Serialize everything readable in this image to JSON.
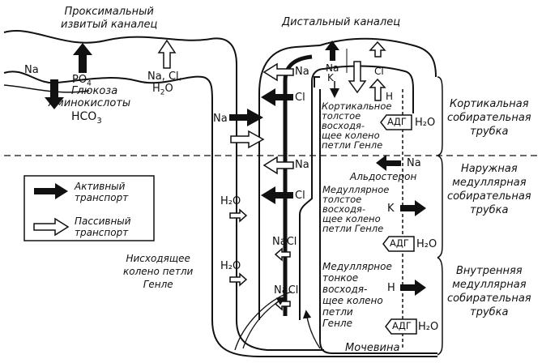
{
  "labels": {
    "proximal_title": [
      "Проксимальный",
      "извитый каналец"
    ],
    "distal_title": "Дистальный каналец",
    "prox_na": "Na",
    "prox_po4": "PO",
    "prox_po4_sub": "4",
    "prox_glucose": "Глюкоза",
    "prox_amino": "Аминокислоты",
    "prox_hco3": "HCO",
    "prox_hco3_sub": "3",
    "prox_nacl": "Na, Cl,",
    "prox_h2o": "H",
    "prox_h2o_sub": "2",
    "prox_h2o_o": "O",
    "limb_na": "Na",
    "thick_na_top": "Na",
    "thick_cl_top": "Cl",
    "thick_na_mid": "Na",
    "thick_cl_mid": "Cl",
    "desc_h2o_1": "H₂O",
    "desc_h2o_2": "H₂O",
    "thin_nacl_1": "NaCl",
    "thin_nacl_2": "NaCl",
    "distal_na": "Na",
    "distal_k": "K",
    "distal_cl": "Cl",
    "distal_h": "H",
    "cortical_thick_limb": [
      "Кортикальное",
      "толстое",
      "восходя-",
      "щее колено",
      "петли Генле"
    ],
    "adh_1": "АДГ",
    "adh_2": "АДГ",
    "adh_3": "АДГ",
    "collect_h2o_1": "H₂O",
    "collect_h2o_2": "H₂O",
    "collect_h2o_3": "H₂O",
    "collect_na": "Na",
    "aldosterone": "Альдостерон",
    "medullary_thick_limb": [
      "Медуллярное",
      "толстое",
      "восходя-",
      "щее колено",
      "петли Генле"
    ],
    "medullary_k": "K",
    "medullary_thin_limb": [
      "Медуллярное",
      "тонкое",
      "восходя-",
      "щее колено",
      "петли",
      "Генле"
    ],
    "medullary_h": "H",
    "urea": "Мочевина",
    "cortical_collecting": [
      "Кортикальная",
      "собирательная",
      "трубка"
    ],
    "outer_collecting": [
      "Наружная",
      "медуллярная",
      "собирательная",
      "трубка"
    ],
    "inner_collecting": [
      "Внутренняя",
      "медуллярная",
      "собирательная",
      "трубка"
    ],
    "descending_limb": [
      "Нисходящее",
      "колено петли",
      "Генле"
    ],
    "legend_active": [
      "Активный",
      "транспорт"
    ],
    "legend_passive": [
      "Пассивный",
      "транспорт"
    ]
  }
}
